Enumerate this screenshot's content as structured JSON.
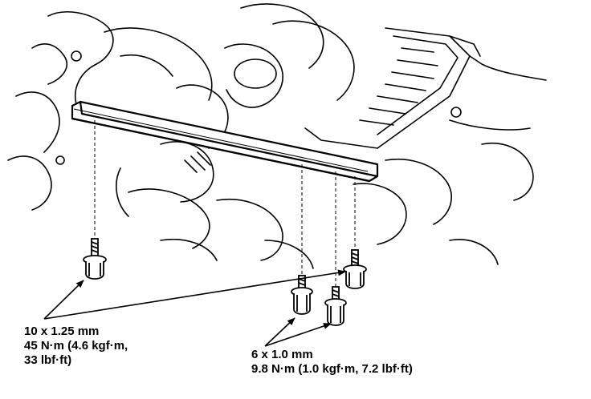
{
  "callouts": {
    "large_bolt": {
      "size": "10 x 1.25 mm",
      "torque_line1": "45 N·m (4.6 kgf·m,",
      "torque_line2": "33 lbf·ft)"
    },
    "small_bolt": {
      "size": "6 x 1.0 mm",
      "torque": "9.8 N·m (1.0 kgf·m, 7.2 lbf·ft)"
    }
  },
  "colors": {
    "ink": "#000000",
    "paper": "#ffffff"
  }
}
